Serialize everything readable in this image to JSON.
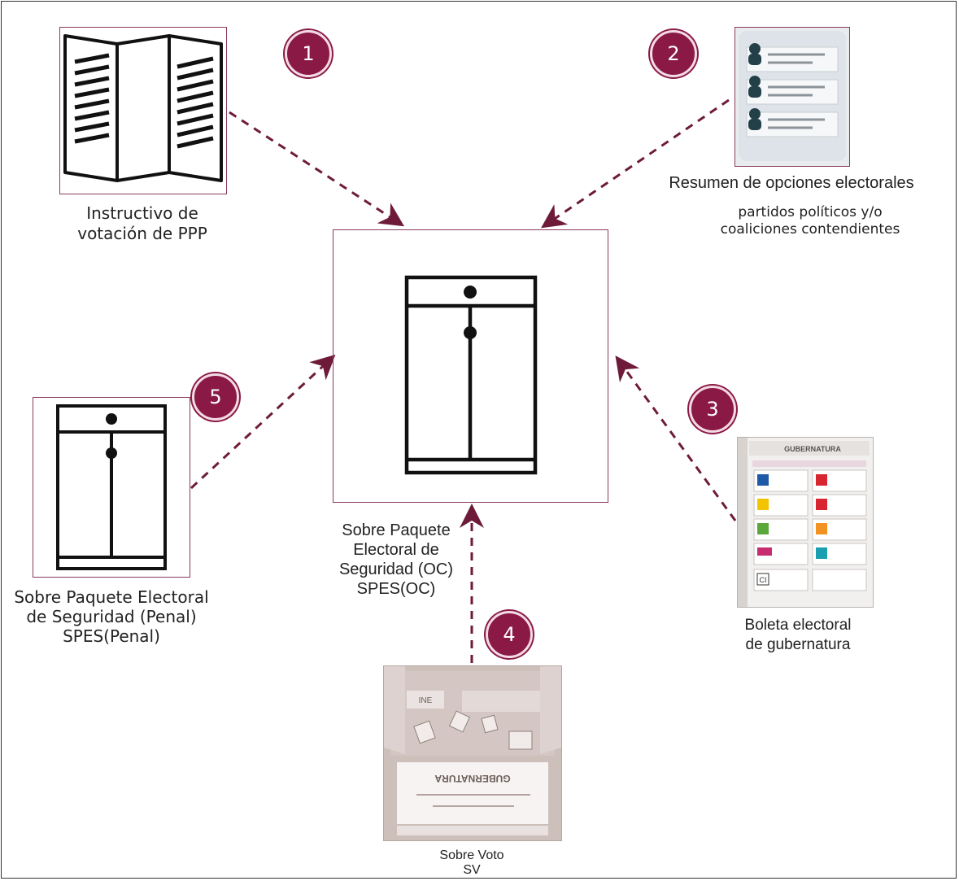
{
  "nodes": {
    "instructivo": {
      "badge": "1",
      "label_line1": "Instructivo de",
      "label_line2": "votación de PPP"
    },
    "resumen": {
      "badge": "2",
      "label": "Resumen de opciones electorales",
      "sublabel_line1": "partidos políticos y/o",
      "sublabel_line2": "coaliciones contendientes"
    },
    "boleta": {
      "badge": "3",
      "label_line1": "Boleta  electoral",
      "label_line2": "de gubernatura",
      "ballot_title": "GUBERNATURA",
      "ci_mark": "CI"
    },
    "sobre_voto": {
      "badge": "4",
      "label_line1": "Sobre Voto",
      "label_line2": "SV",
      "brand": "INE",
      "envelope_text": "GUBERNATURA"
    },
    "spes_penal": {
      "badge": "5",
      "label_line1": "Sobre Paquete Electoral",
      "label_line2": "de Seguridad (Penal)",
      "label_line3": "SPES(Penal)"
    },
    "spes_oc": {
      "label_line1": "Sobre Paquete",
      "label_line2": "Electoral de",
      "label_line3": "Seguridad (OC)",
      "label_line4": "SPES(OC)"
    }
  },
  "colors": {
    "accent": "#8a1a45",
    "arrow": "#6e1b3a",
    "frame_border": "#8a3a5e"
  }
}
